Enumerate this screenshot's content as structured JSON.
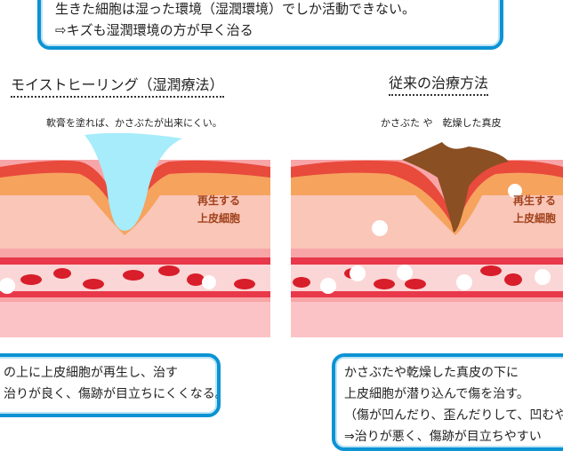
{
  "top_box": {
    "line1": "生きた細胞は湿った環境（湿潤環境）でしか活動できない。",
    "line2": "⇨キズも湿潤環境の方が早く治る"
  },
  "left": {
    "title": "モイストヒーリング（湿潤療法）",
    "caption": "軟膏を塗れば、かさぶたが出来にくい。",
    "label1": "再生する",
    "label2": "上皮細胞",
    "box_line1": "の上に上皮細胞が再生し、治す",
    "box_line2": "治りが良く、傷跡が目立ちにくくなる。"
  },
  "right": {
    "title": "従来の治療方法",
    "caption": "かさぶた や　乾燥した真皮",
    "label1": "再生する",
    "label2": "上皮細胞",
    "box_line1": "かさぶたや乾燥した真皮の下に",
    "box_line2": "上皮細胞が潜り込んで傷を治す。",
    "box_line3": "（傷が凹んだり、歪んだりして、凹むやすい）",
    "box_line4": "⇒治りが悪く、傷跡が目立ちやすい"
  },
  "colors": {
    "border": "#0b93d3",
    "ointment": "#a6ecfb",
    "scab": "#8a4f22",
    "label": "#a0401a"
  }
}
